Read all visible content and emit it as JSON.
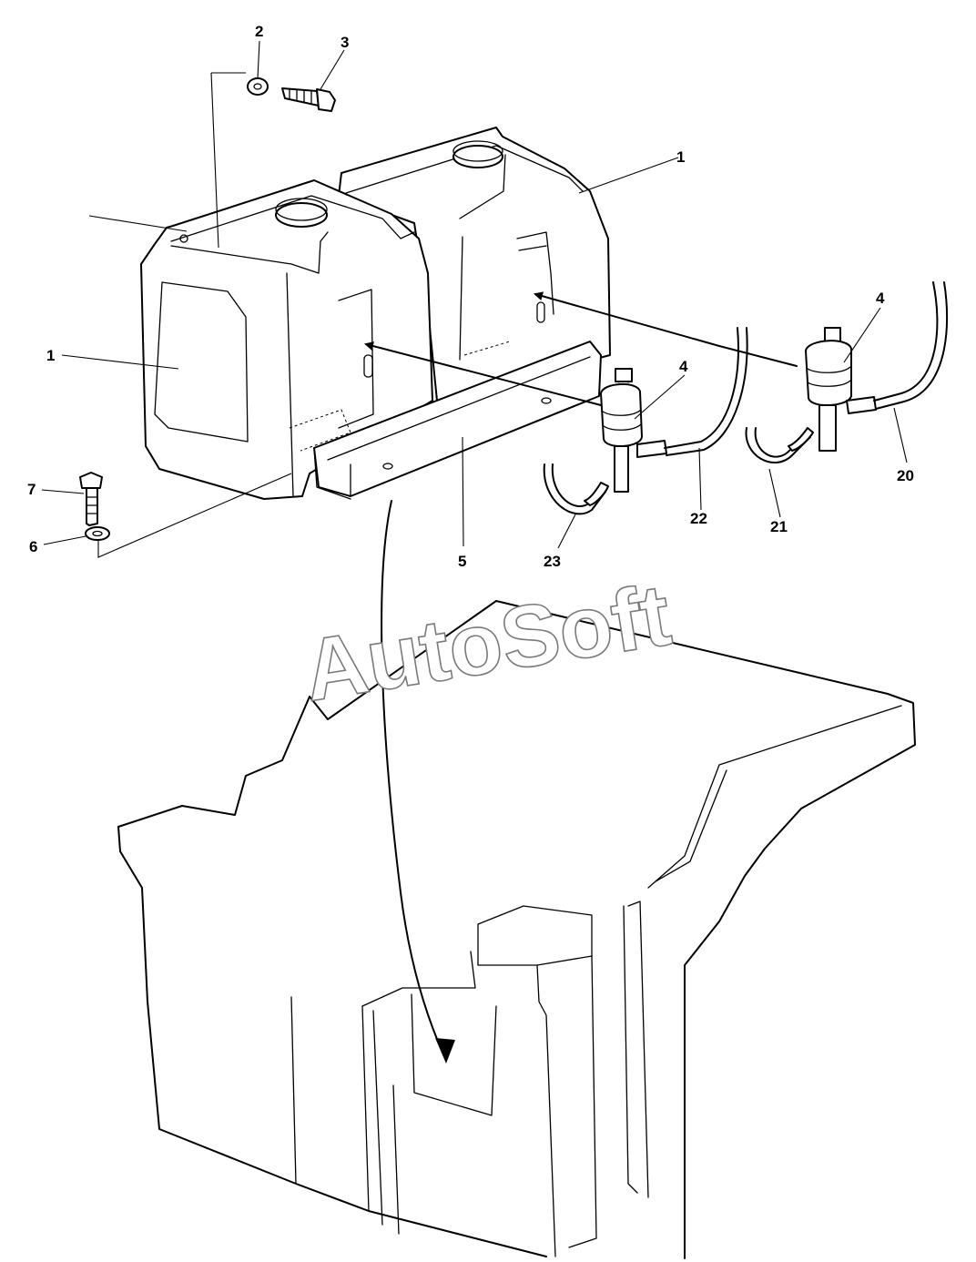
{
  "watermark": "AutoSoft",
  "callouts": {
    "c1_left": "1",
    "c1_right": "1",
    "c2": "2",
    "c3": "3",
    "c4_left": "4",
    "c4_right": "4",
    "c5": "5",
    "c6": "6",
    "c7": "7",
    "c20": "20",
    "c21": "21",
    "c22": "22",
    "c23": "23"
  }
}
